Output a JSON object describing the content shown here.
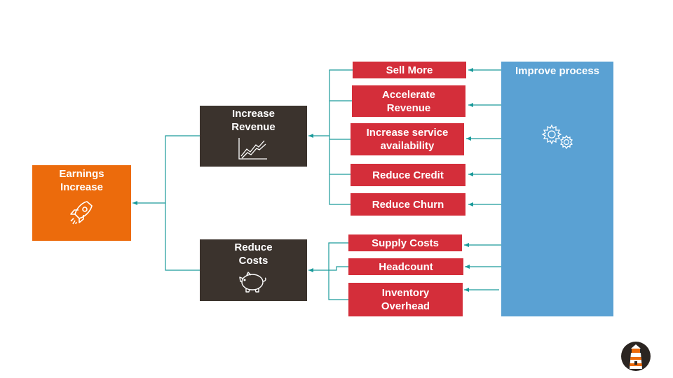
{
  "root": {
    "label": "Earnings Increase",
    "icon": "rocket-icon"
  },
  "branches": {
    "revenue": {
      "label": "Increase Revenue",
      "icon": "line-chart-icon"
    },
    "costs": {
      "label": "Reduce Costs",
      "icon": "piggy-bank-icon"
    }
  },
  "revenue_drivers": [
    "Sell More",
    "Accelerate Revenue",
    "Increase service availability",
    "Reduce Credit",
    "Reduce Churn"
  ],
  "cost_drivers": [
    "Supply Costs",
    "Headcount",
    "Inventory Overhead"
  ],
  "process": {
    "label": "Improve process",
    "icon": "gears-icon"
  },
  "logo": {
    "icon": "lighthouse-logo-icon"
  },
  "colors": {
    "orange": "#ec6b0c",
    "dark": "#3b332d",
    "red": "#d42e3a",
    "blue": "#5aa1d3",
    "connector": "#1a9a9a"
  }
}
